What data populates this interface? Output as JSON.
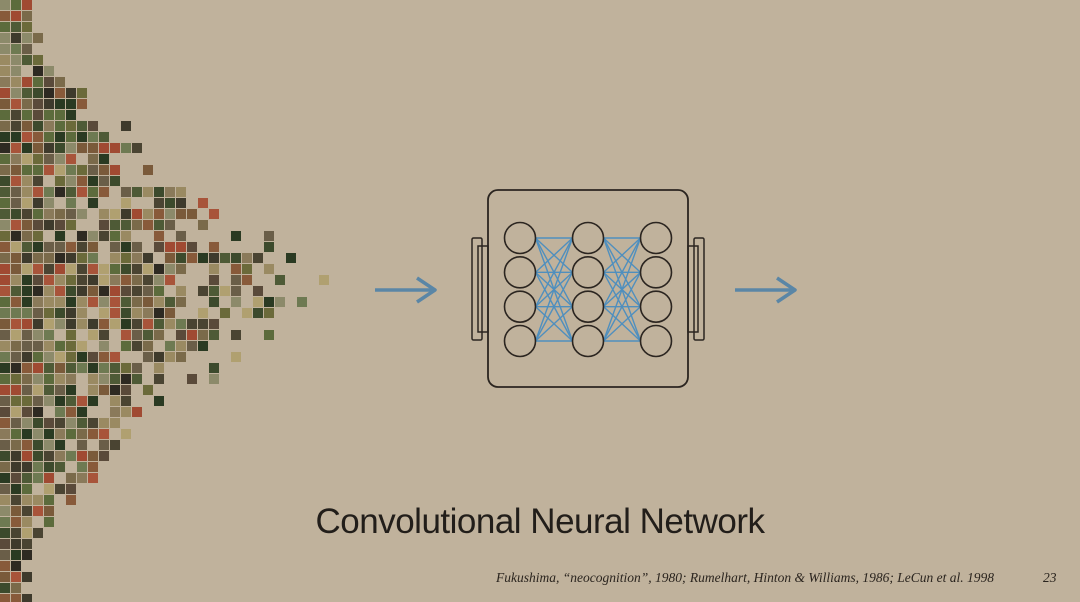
{
  "slide": {
    "title": "Convolutional Neural Network",
    "citation": "Fukushima, “neocognition”, 1980; Rumelhart, Hinton & Williams, 1986; LeCun et al. 1998",
    "page_number": "23"
  },
  "diagram": {
    "layers": [
      4,
      4,
      4
    ],
    "colors": {
      "background": "#c0b29c",
      "arrow": "#5a86a6",
      "edge": "#4f8fbe",
      "outline": "#2b2520"
    },
    "icons": [
      "image-mosaic",
      "arrow-right-icon",
      "neural-network-icon",
      "arrow-right-icon"
    ]
  }
}
